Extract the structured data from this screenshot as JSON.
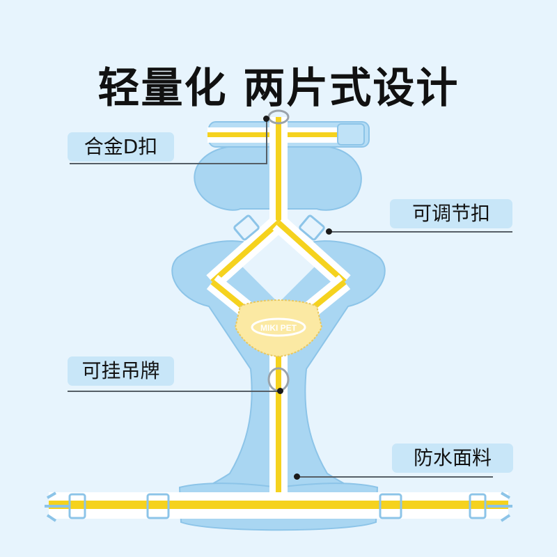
{
  "title": "轻量化 两片式设计",
  "brand_tag": "MIKI PET",
  "callouts": [
    {
      "id": "d-ring",
      "label": "合金D扣"
    },
    {
      "id": "adjustable-buckle",
      "label": "可调节扣"
    },
    {
      "id": "tag-ring",
      "label": "可挂吊牌"
    },
    {
      "id": "waterproof-fabric",
      "label": "防水面料"
    }
  ],
  "colors": {
    "background": "#e7f4fd",
    "label_bg": "#c8e6f8",
    "harness_blue": "#a9d6f2",
    "strap_yellow": "#f5d21e",
    "strap_white": "#ffffff",
    "patch_yellow": "#fbe9a3"
  }
}
